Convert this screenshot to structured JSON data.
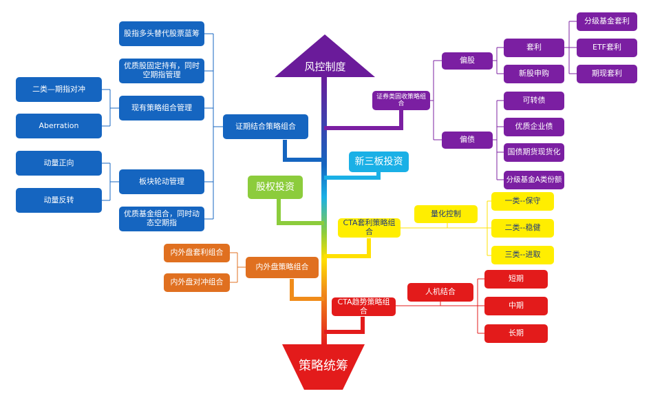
{
  "top_shape": {
    "label": "风控制度"
  },
  "bottom_shape": {
    "label": "策略统筹"
  },
  "left_branch": {
    "main": "证期结合策略组合",
    "sub_a": "股指多头替代股票蓝筹",
    "sub_b": "优质股固定持有，同时空期指管理",
    "sub_c": "现有策略组合管理",
    "sub_c1": "二类—期指对冲",
    "sub_c2": "Aberration",
    "sub_d": "板块轮动管理",
    "sub_d1": "动量正向",
    "sub_d2": "动量反转",
    "sub_e": "优质基金组合，同时动态空期指"
  },
  "right_branch": {
    "main": "证券类固收策略组合",
    "stock": "偏股",
    "arb": "套利",
    "arb1": "分级基金套利",
    "arb2": "ETF套利",
    "arb3": "期现套利",
    "ipo": "新股申购",
    "bond": "偏债",
    "bond1": "可转债",
    "bond2": "优质企业债",
    "bond3": "国债期货现货化",
    "bond4": "分级基金A类份额"
  },
  "equity": "股权投资",
  "neeq": "新三板投资",
  "cta_arb": {
    "main": "CTA套利策略组合",
    "quant": "量化控制",
    "t1": "一类--保守",
    "t2": "二类--稳健",
    "t3": "三类--进取"
  },
  "inout": {
    "main": "内外盘策略组合",
    "a": "内外盘套利组合",
    "b": "内外盘对冲组合"
  },
  "cta_trend": {
    "main": "CTA趋势策略组合",
    "human": "人机结合",
    "short": "短期",
    "mid": "中期",
    "long": "长期"
  },
  "colors": {
    "blue": "#1565c0",
    "purple": "#7b1fa2",
    "yellow": "#ffee00",
    "red": "#e31b1b",
    "orange": "#e07020",
    "green": "#8ccc3c",
    "cyan": "#1ab0e6"
  }
}
